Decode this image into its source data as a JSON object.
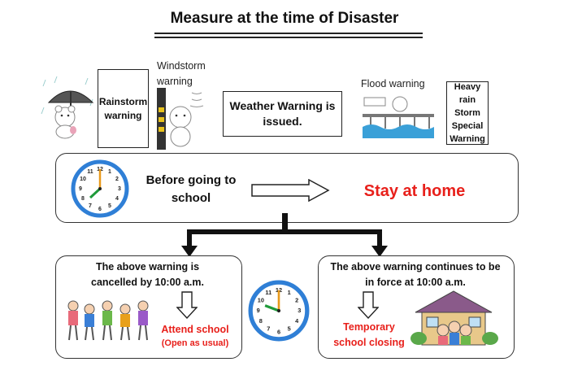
{
  "title": "Measure at the time of Disaster",
  "warnings": {
    "rainstorm": "Rainstorm warning",
    "windstorm": "Windstorm warning",
    "weather": "Weather Warning is issued.",
    "flood": "Flood warning",
    "heavy_rain": "Heavy rain Storm Special Warning"
  },
  "before": {
    "label": "Before going to school",
    "result": "Stay at home"
  },
  "left_case": {
    "text": "The above warning is cancelled by 10:00 a.m.",
    "result": "Attend school",
    "sub": "(Open as usual)"
  },
  "right_case": {
    "text": "The above warning continues to be in force at 10:00 a.m.",
    "result": "Temporary school closing"
  },
  "colors": {
    "accent_red": "#e8201b",
    "clock_blue": "#2f7fd6",
    "clock_hand": "#1f9a3a"
  }
}
